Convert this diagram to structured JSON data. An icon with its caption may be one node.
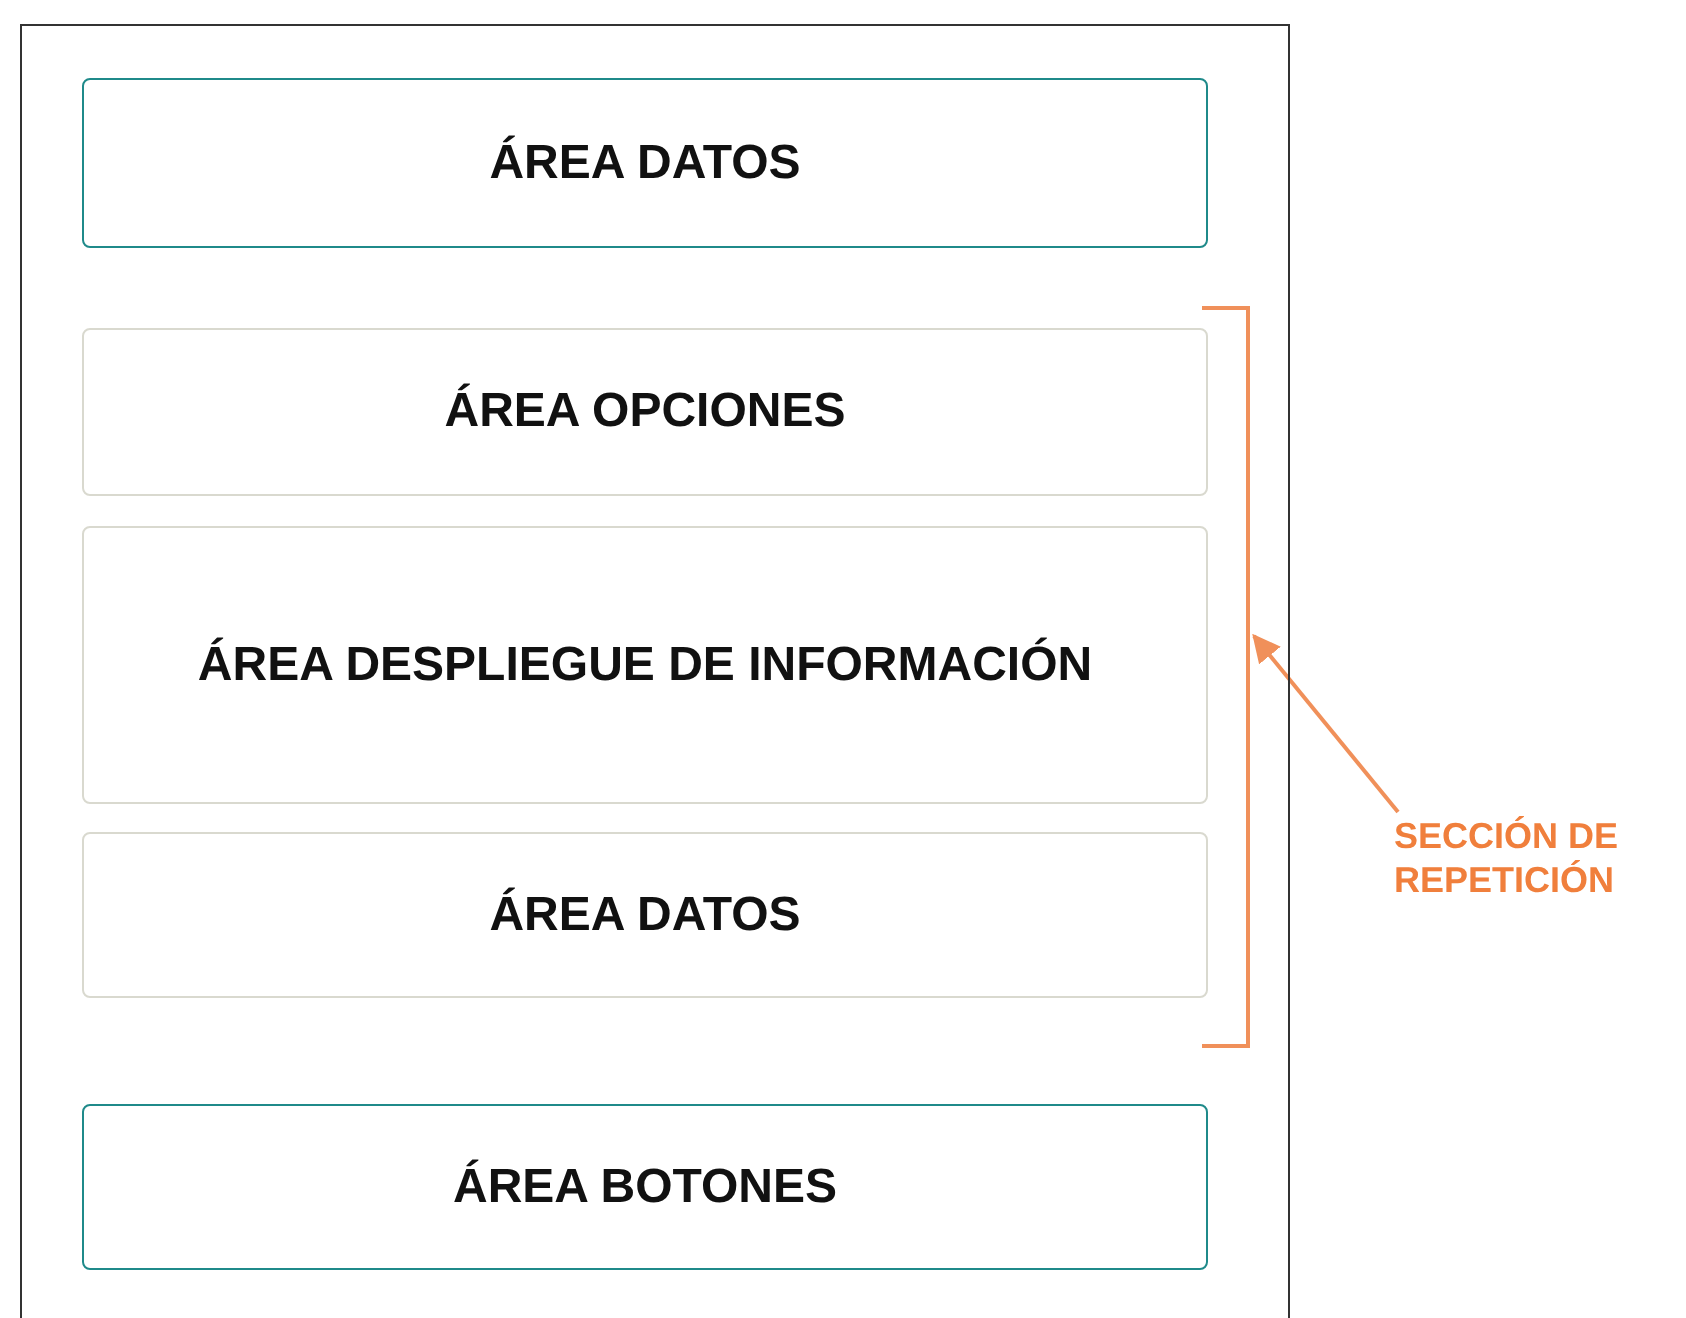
{
  "diagram": {
    "nodes": [
      {
        "text": [],
        "shape": "box"
      },
      {
        "text": [
          "ÁREA DATOS"
        ],
        "in": 0
      },
      {
        "text": [
          "ÁREA OPCIONES"
        ],
        "in": 0
      },
      {
        "text": [
          "ÁREA DESPLIEGUE DE INFORMACIÓN"
        ],
        "in": 0
      },
      {
        "text": [
          "ÁREA DATOS"
        ],
        "in": 0
      },
      {
        "text": [
          "ÁREA BOTONES"
        ],
        "in": 0
      },
      {
        "text": [],
        "shape": "bracket",
        "in": 0
      },
      {
        "text": [
          "SECCIÓN DE REPETICIÓN"
        ]
      }
    ],
    "edges": [
      {
        "from": 7,
        "to": 6,
        "arrow": "to"
      }
    ]
  }
}
